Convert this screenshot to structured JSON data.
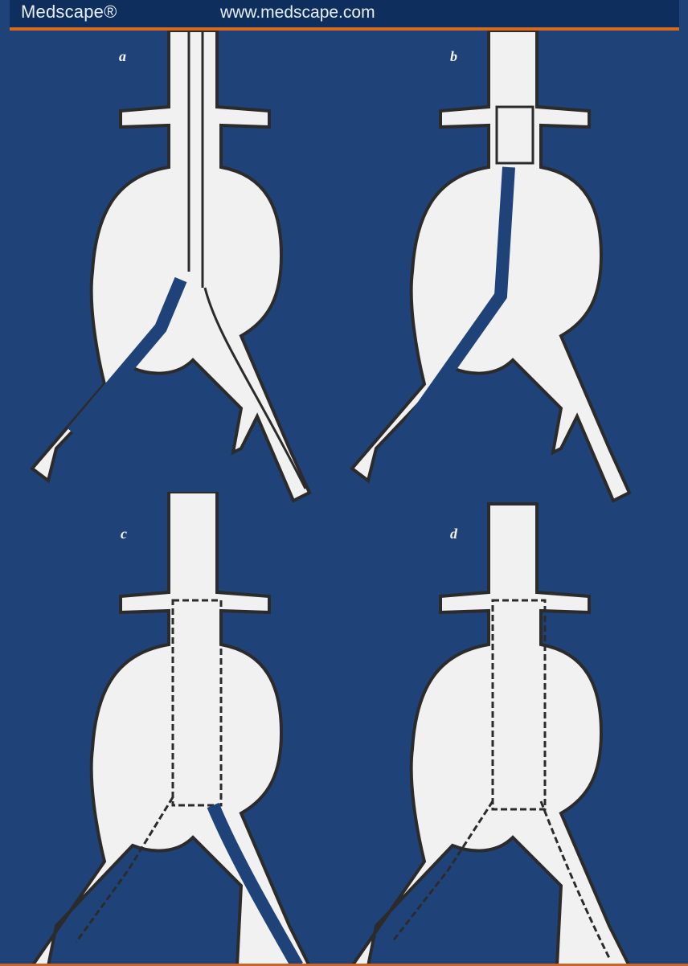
{
  "header": {
    "brand": "Medscape®",
    "url": "www.medscape.com"
  },
  "panels": [
    {
      "label": "a"
    },
    {
      "label": "b"
    },
    {
      "label": "c"
    },
    {
      "label": "d"
    }
  ],
  "colors": {
    "background": "#1f4379",
    "banner": "#0e2e5e",
    "accent": "#d86a1e",
    "vessel_fill": "#f1f1f1",
    "outline": "#2b2b2b"
  }
}
